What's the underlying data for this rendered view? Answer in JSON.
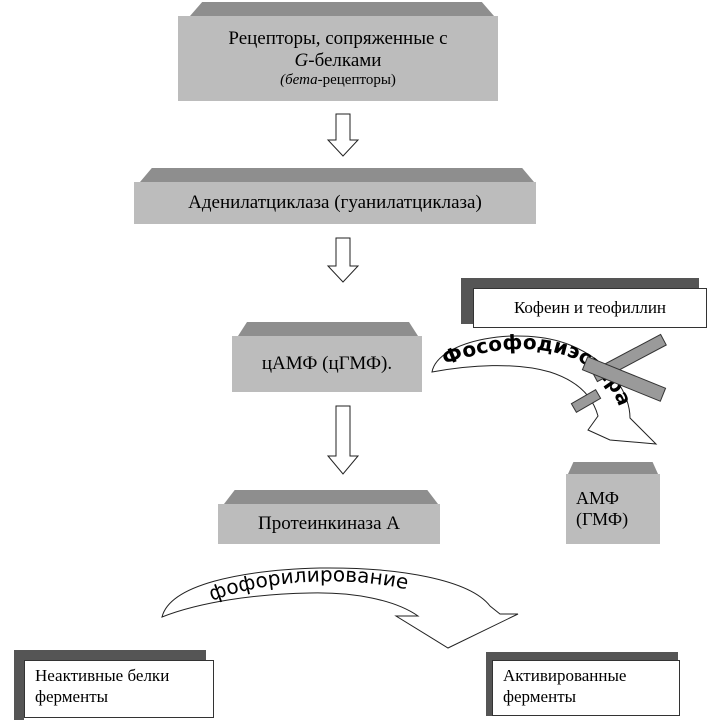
{
  "colors": {
    "box_fill": "#bcbcbc",
    "bevel_fill": "#8e8e8e",
    "shadow_fill": "#555555",
    "arrow_stroke": "#222222"
  },
  "nodes": {
    "receptors": {
      "line1": "Рецепторы, сопряженные с",
      "line2_italic": "G",
      "line2_rest": "-белками",
      "line3_italic": "(бета",
      "line3_rest": "-рецепторы)"
    },
    "adenylate_cyclase": {
      "text": "Аденилатциклаза (гуанилатциклаза)"
    },
    "camp": {
      "text": "цАМФ (цГМФ)."
    },
    "protein_kinase": {
      "text": "Протеинкиназа А"
    },
    "amp": {
      "line1": "АМФ",
      "line2": "(ГМФ)"
    }
  },
  "labels": {
    "caffeine": "Кофеин и теофиллин",
    "inactive_line1": "Неактивные белки",
    "inactive_line2": "ферменты",
    "active_line1": "Активированные",
    "active_line2": "ферменты"
  },
  "curved_arrows": {
    "phosphodiesterase": "Фософодиэстаразы",
    "phosphorylation": "фофорилирование"
  }
}
